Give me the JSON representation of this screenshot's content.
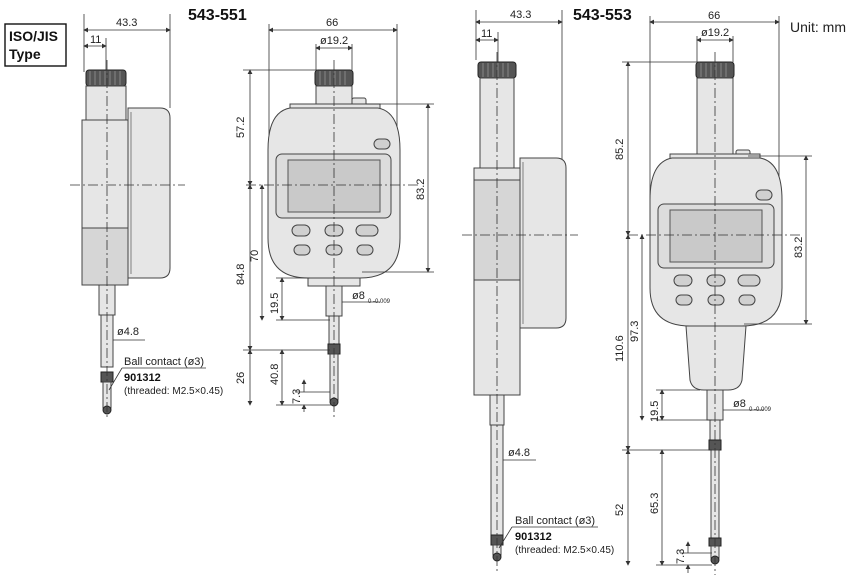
{
  "labels": {
    "iso_line1": "ISO/JIS",
    "iso_line2": "Type",
    "unit": "Unit: mm"
  },
  "model_a": {
    "code": "543-551",
    "side_width": "43.3",
    "side_offset": "11",
    "front_width": "66",
    "cap_dia": "ø19.2",
    "h_top": "57.2",
    "h_face": "83.2",
    "h_bottom": "84.8",
    "h_70": "70",
    "h_19_5": "19.5",
    "stem_dia": "ø8",
    "stem_tol": "0 -0.009",
    "tip_dia": "ø4.8",
    "h_40_8": "40.8",
    "h_26": "26",
    "h_7_3": "7.3",
    "contact_label": "Ball contact (ø3)",
    "part_no": "901312",
    "thread_note": "(threaded: M2.5×0.45)"
  },
  "model_b": {
    "code": "543-553",
    "side_width": "43.3",
    "side_offset": "11",
    "front_width": "66",
    "cap_dia": "ø19.2",
    "h_top": "85.2",
    "h_face": "83.2",
    "h_bottom": "110.6",
    "h_97_3": "97.3",
    "h_19_5": "19.5",
    "stem_dia": "ø8",
    "stem_tol": "0 -0.009",
    "tip_dia": "ø4.8",
    "h_65_3": "65.3",
    "h_52": "52",
    "h_7_3": "7.3",
    "contact_label": "Ball contact (ø3)",
    "part_no": "901312",
    "thread_note": "(threaded: M2.5×0.45)"
  }
}
